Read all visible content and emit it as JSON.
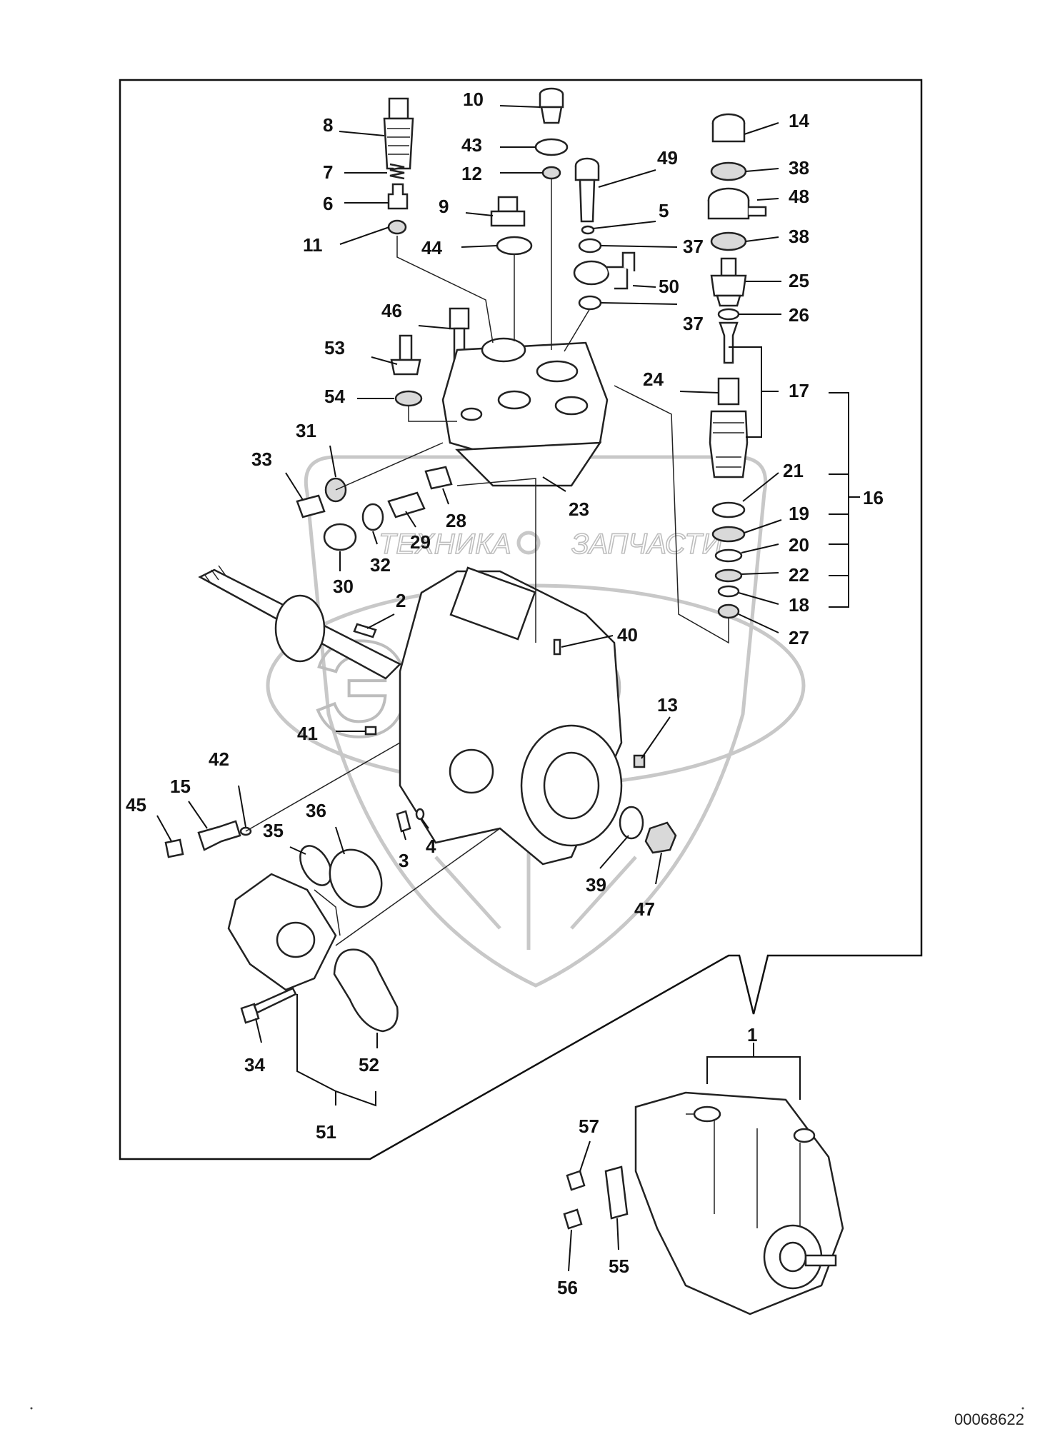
{
  "drawing_number": "00068622",
  "watermark": {
    "line1_left": "ТЕХНИКА",
    "line1_right": "ЗАПЧАСТИ",
    "big": "ЭПФ"
  },
  "callouts": [
    "1",
    "2",
    "3",
    "4",
    "5",
    "6",
    "7",
    "8",
    "9",
    "10",
    "11",
    "12",
    "13",
    "14",
    "15",
    "16",
    "17",
    "18",
    "19",
    "20",
    "21",
    "22",
    "23",
    "24",
    "25",
    "26",
    "27",
    "28",
    "29",
    "30",
    "31",
    "32",
    "33",
    "34",
    "35",
    "36",
    "37",
    "37",
    "38",
    "38",
    "39",
    "40",
    "41",
    "42",
    "43",
    "44",
    "45",
    "46",
    "47",
    "48",
    "49",
    "50",
    "51",
    "52",
    "53",
    "54",
    "55",
    "56",
    "57"
  ],
  "parts": [
    "pump-body",
    "camshaft",
    "upper-cover-housing",
    "governor-housing",
    "assembled-pump",
    "delivery-valve-stack",
    "fuel-inlet-fitting",
    "banjo-bolt"
  ]
}
